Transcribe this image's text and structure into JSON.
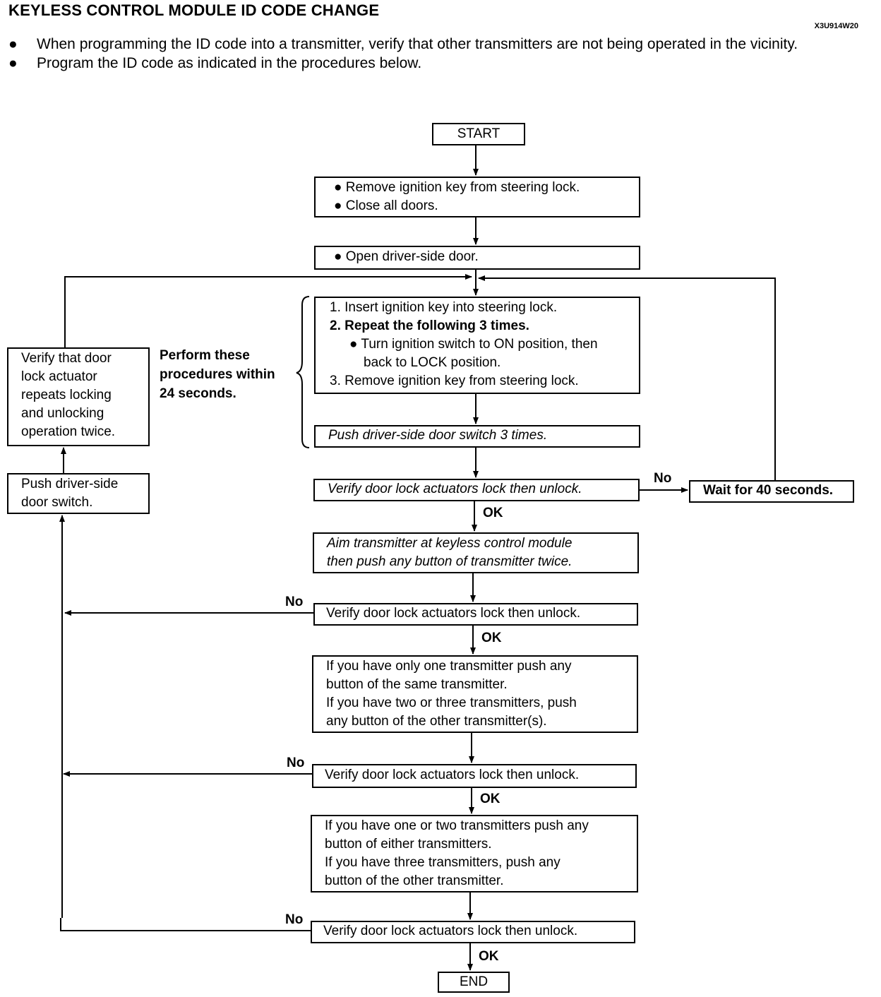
{
  "title": "KEYLESS CONTROL MODULE ID CODE CHANGE",
  "doc_code": "X3U914W20",
  "bullet_symbol": "●",
  "intro": [
    "When programming the ID code into a transmitter, verify that other transmitters are not being operated in the vicinity.",
    "Program the ID code as indicated in the procedures below."
  ],
  "flow": {
    "start": "START",
    "end": "END",
    "step1": [
      "● Remove ignition key from steering lock.",
      "● Close all doors."
    ],
    "step2": "● Open driver-side door.",
    "step3": [
      "1.  Insert ignition key into steering lock.",
      "2.  Repeat the following 3 times.",
      "● Turn ignition switch to ON position, then",
      "back to LOCK position.",
      "3.  Remove ignition key from steering lock."
    ],
    "step4": "Push driver-side door switch 3 times.",
    "verify": "Verify door lock actuators lock then unlock.",
    "wait": "Wait for 40 seconds.",
    "aim": [
      "Aim transmitter at keyless control module",
      "then push any button of transmitter twice."
    ],
    "one_tx": [
      "If you have only one transmitter push any",
      "button of the same transmitter.",
      "If you have two or three transmitters, push",
      "any button of the other transmitter(s)."
    ],
    "two_tx": [
      "If you have one or two transmitters push any",
      "button of either transmitters.",
      "If you have three transmitters, push any",
      "button of the other transmitter."
    ],
    "verify_twice": [
      "Verify that door",
      "lock actuator",
      "repeats locking",
      "and unlocking",
      "operation twice."
    ],
    "push_switch": [
      "Push driver-side",
      "door switch."
    ],
    "timing_note": [
      "Perform these",
      "procedures within",
      "24 seconds."
    ],
    "yes": "OK",
    "no": "No"
  }
}
